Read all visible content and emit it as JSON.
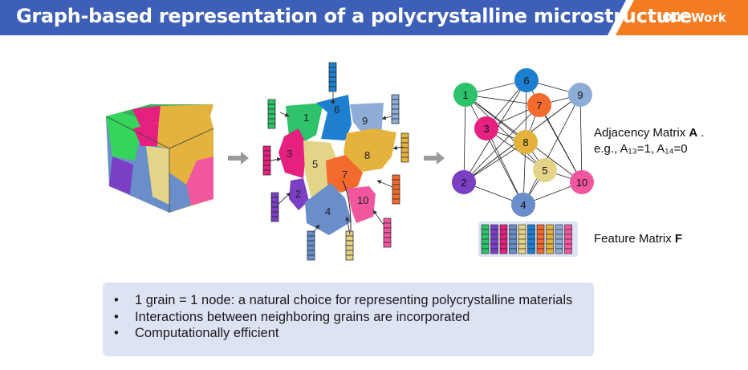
{
  "header": {
    "title": "Graph-based representation of a polycrystalline microstructure",
    "tag": "Our Work",
    "colors": {
      "title_bg": "#3d5fb8",
      "tag_bg": "#f47b20"
    }
  },
  "grains": [
    {
      "label": "1",
      "color": "#2ec36a"
    },
    {
      "label": "2",
      "color": "#7b3fc4"
    },
    {
      "label": "3",
      "color": "#e5207f"
    },
    {
      "label": "4",
      "color": "#6a8ec9"
    },
    {
      "label": "5",
      "color": "#e3d487"
    },
    {
      "label": "6",
      "color": "#1e7fd1"
    },
    {
      "label": "7",
      "color": "#f26a2e"
    },
    {
      "label": "8",
      "color": "#e4b33d"
    },
    {
      "label": "9",
      "color": "#8eadd6"
    },
    {
      "label": "10",
      "color": "#f0579f"
    }
  ],
  "adjacency": {
    "label_prefix": "Adjacency Matrix ",
    "label_bold": "A",
    "label_suffix": " .",
    "example": "e.g., A₁₃=1, A₁₄=0"
  },
  "feature": {
    "label_prefix": "Feature Matrix ",
    "label_bold": "F"
  },
  "bullets": [
    "1 grain = 1 node: a natural choice for representing polycrystalline materials",
    "Interactions between neighboring grains are incorporated",
    "Computationally efficient"
  ],
  "bullet_symbol": "•"
}
